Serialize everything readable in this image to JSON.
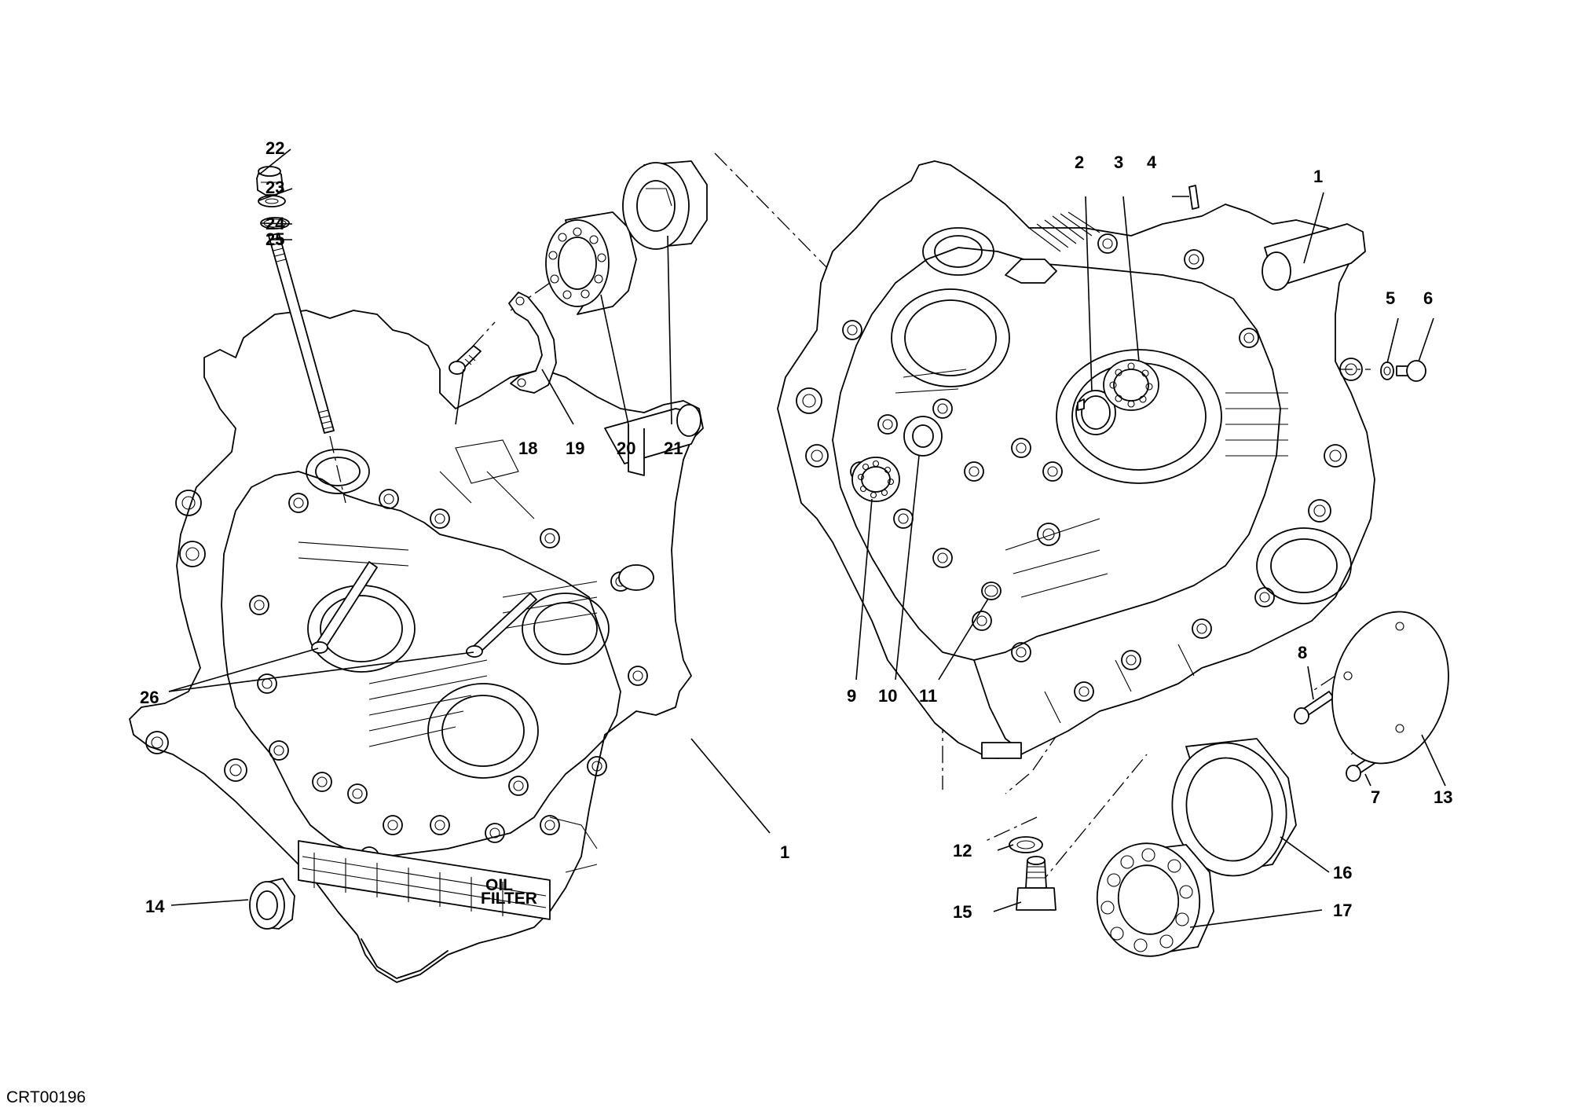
{
  "drawing_code": "CRT00196",
  "callouts": [
    {
      "id": "c1a",
      "text": "1"
    },
    {
      "id": "c1b",
      "text": "1"
    },
    {
      "id": "c2",
      "text": "2"
    },
    {
      "id": "c3",
      "text": "3"
    },
    {
      "id": "c4",
      "text": "4"
    },
    {
      "id": "c5",
      "text": "5"
    },
    {
      "id": "c6",
      "text": "6"
    },
    {
      "id": "c7",
      "text": "7"
    },
    {
      "id": "c8",
      "text": "8"
    },
    {
      "id": "c9",
      "text": "9"
    },
    {
      "id": "c10",
      "text": "10"
    },
    {
      "id": "c11",
      "text": "11"
    },
    {
      "id": "c12",
      "text": "12"
    },
    {
      "id": "c13",
      "text": "13"
    },
    {
      "id": "c14",
      "text": "14"
    },
    {
      "id": "c15",
      "text": "15"
    },
    {
      "id": "c16",
      "text": "16"
    },
    {
      "id": "c17",
      "text": "17"
    },
    {
      "id": "c18",
      "text": "18"
    },
    {
      "id": "c19",
      "text": "19"
    },
    {
      "id": "c20",
      "text": "20"
    },
    {
      "id": "c21",
      "text": "21"
    },
    {
      "id": "c22",
      "text": "22"
    },
    {
      "id": "c23",
      "text": "23"
    },
    {
      "id": "c24",
      "text": "24"
    },
    {
      "id": "c25",
      "text": "25"
    },
    {
      "id": "c26",
      "text": "26"
    }
  ],
  "stamped_text": {
    "line1": "OIL",
    "line2": "FILTER"
  }
}
